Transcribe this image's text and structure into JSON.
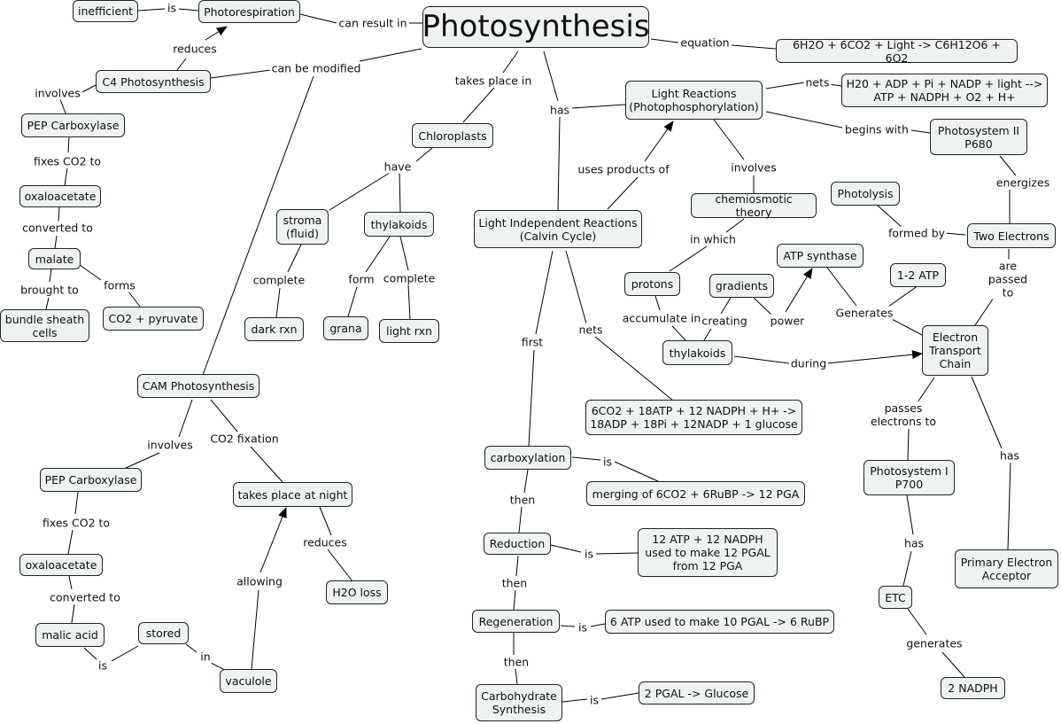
{
  "nodes": {
    "photosynthesis": "Photosynthesis",
    "inefficient": "inefficient",
    "photorespiration": "Photorespiration",
    "equation": "6H2O + 6CO2 + Light -> C6H12O6 + 6O2",
    "c4": "C4 Photosynthesis",
    "pep_c4": "PEP Carboxylase",
    "oxaloacetate_c4": "oxaloacetate",
    "malate": "malate",
    "bundle_sheath": "bundle sheath\ncells",
    "co2_pyruvate": "CO2 + pyruvate",
    "chloroplasts": "Chloroplasts",
    "stroma": "stroma\n(fluid)",
    "thylakoids_c": "thylakoids",
    "dark_rxn": "dark rxn",
    "grana": "grana",
    "light_rxn": "light rxn",
    "light_reactions": "Light Reactions\n(Photophosphorylation)",
    "light_nets": "H20 + ADP + Pi + NADP + light -->\nATP + NADPH + O2 + H+",
    "psii": "Photosystem II\nP680",
    "calvin": "Light Independent Reactions\n(Calvin Cycle)",
    "chemiosmotic": "chemiosmotic theory",
    "photolysis": "Photolysis",
    "two_electrons": "Two Electrons",
    "atp_synthase": "ATP synthase",
    "one_two_atp": "1-2 ATP",
    "protons": "protons",
    "gradients": "gradients",
    "thylakoids_lr": "thylakoids",
    "etc_main": "Electron\nTransport\nChain",
    "calvin_nets": "6CO2 + 18ATP + 12 NADPH + H+ ->\n18ADP + 18Pi + 12NADP + 1 glucose",
    "cam": "CAM Photosynthesis",
    "pep_cam": "PEP Carboxylase",
    "takes_night": "takes place at night",
    "oxaloacetate_cam": "oxaloacetate",
    "h2o_loss": "H2O loss",
    "malic_acid": "malic acid",
    "stored": "stored",
    "vaculole": "vaculole",
    "carboxylation": "carboxylation",
    "merging": "merging of 6CO2 + 6RuBP -> 12 PGA",
    "reduction": "Reduction",
    "reduction_is": "12 ATP + 12 NADPH\nused to make 12 PGAL\nfrom 12 PGA",
    "regeneration": "Regeneration",
    "regen_is": "6 ATP used to make 10 PGAL -> 6 RuBP",
    "carb_synth": "Carbohydrate\nSynthesis",
    "pgal_glucose": "2 PGAL -> Glucose",
    "psi": "Photosystem I\nP700",
    "primary_acceptor": "Primary Electron\nAcceptor",
    "etc_small": "ETC",
    "two_nadph": "2 NADPH"
  },
  "links": {
    "is_ineff": "is",
    "can_result_in": "can result in",
    "eq": "equation",
    "reduces_c4": "reduces",
    "can_be_modified": "can be modified",
    "involves_c4": "involves",
    "fixes_c4": "fixes CO2 to",
    "converted_c4": "converted to",
    "brought_to": "brought to",
    "forms_c4": "forms",
    "takes_place_in": "takes place in",
    "has_main": "has",
    "have": "have",
    "complete_st": "complete",
    "form_th": "form",
    "complete_th": "complete",
    "nets_lr": "nets",
    "begins_with": "begins with",
    "uses_products": "uses products of",
    "involves_lr": "involves",
    "energizes": "energizes",
    "formed_by": "formed by",
    "in_which": "in which",
    "are_passed_to": "are passed to",
    "accumulate_in": "accumulate in",
    "creating": "creating",
    "power": "power",
    "generates_atp": "Generates",
    "during": "during",
    "first": "first",
    "nets_calvin": "nets",
    "passes_electrons": "passes\nelectrons to",
    "has_etc": "has",
    "involves_cam": "involves",
    "co2_fixation": "CO2 fixation",
    "fixes_cam": "fixes CO2 to",
    "reduces_cam": "reduces",
    "allowing": "allowing",
    "converted_cam": "converted to",
    "is_malic": "is",
    "in_vac": "in",
    "is_carb": "is",
    "then1": "then",
    "is_red": "is",
    "then2": "then",
    "is_regen": "is",
    "then3": "then",
    "is_synth": "is",
    "has_psi": "has",
    "generates_nadph": "generates"
  }
}
